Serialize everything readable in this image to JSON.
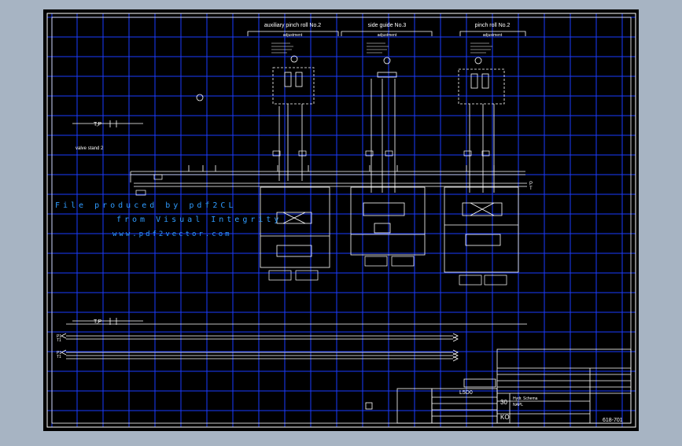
{
  "colors": {
    "viewport_bg": "#a7b4c3",
    "sheet_bg": "#000000",
    "grid": "#1a3cff",
    "lines": "#ffffff",
    "watermark": "#2f9bff"
  },
  "header": {
    "sections": [
      {
        "title": "auxiliary pinch roll No.2",
        "sub": "adjustment"
      },
      {
        "title": "side guide No.3",
        "sub": "adjustment"
      },
      {
        "title": "pinch roll No.2",
        "sub": "adjustment"
      }
    ]
  },
  "labels": {
    "valve_stand": "valve stand 2",
    "tp_top": "T,P",
    "tp_bottom": "T,P",
    "right_p": "P",
    "right_t": "T",
    "bus_p1": "P1",
    "bus_t1": "T1",
    "bus_p2": "P1",
    "bus_t2": "T1"
  },
  "watermark": {
    "line1": "File produced by pdf2CL",
    "line2": "from Visual Integrity",
    "line3": "www.pdf2vector.com"
  },
  "title_block": {
    "sheet_no": "30",
    "sheet_sub": "KO",
    "project": "Hydr. Schema",
    "project_sub": "NAPL",
    "drawing_no": "618-701",
    "code": "L5D0"
  }
}
